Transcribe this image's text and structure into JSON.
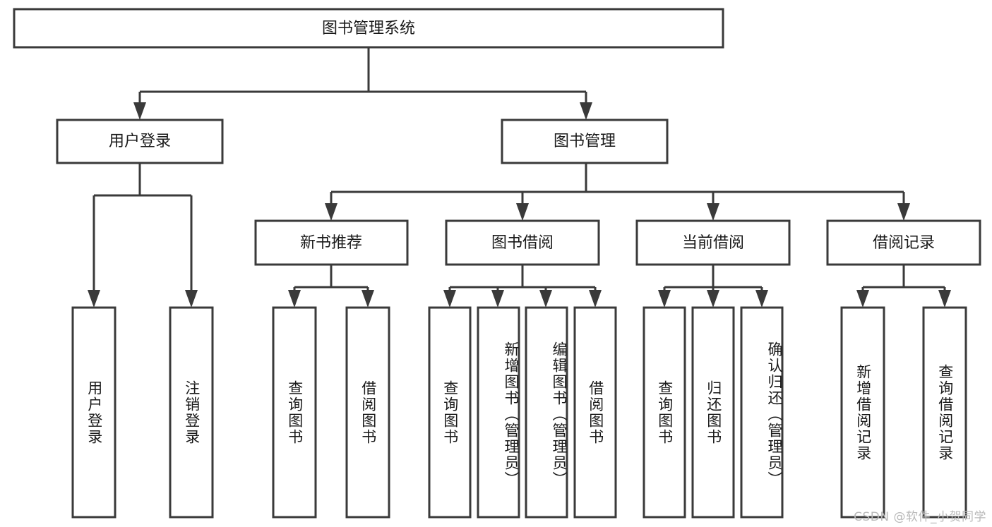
{
  "diagram": {
    "title": "图书管理系统",
    "type": "function-structure-tree",
    "orientation": "top-down",
    "root": {
      "id": "root",
      "label": "图书管理系统",
      "level": 0
    },
    "level1": [
      {
        "id": "user-login",
        "label": "用户登录"
      },
      {
        "id": "book-manage",
        "label": "图书管理"
      }
    ],
    "level2": [
      {
        "id": "new-book-recommend",
        "label": "新书推荐",
        "parent": "book-manage"
      },
      {
        "id": "book-borrow",
        "label": "图书借阅",
        "parent": "book-manage"
      },
      {
        "id": "current-borrow",
        "label": "当前借阅",
        "parent": "book-manage"
      },
      {
        "id": "borrow-record",
        "label": "借阅记录",
        "parent": "book-manage"
      }
    ],
    "leaves": [
      {
        "id": "leaf-user-login",
        "label": "用户登录",
        "parent": "user-login"
      },
      {
        "id": "leaf-logout",
        "label": "注销登录",
        "parent": "user-login"
      },
      {
        "id": "leaf-query-book-1",
        "label": "查询图书",
        "parent": "new-book-recommend"
      },
      {
        "id": "leaf-borrow-book-1",
        "label": "借阅图书",
        "parent": "new-book-recommend"
      },
      {
        "id": "leaf-query-book-2",
        "label": "查询图书",
        "parent": "book-borrow"
      },
      {
        "id": "leaf-add-book",
        "label": "新增图书（管理员）",
        "parent": "book-borrow"
      },
      {
        "id": "leaf-edit-book",
        "label": "编辑图书（管理员）",
        "parent": "book-borrow"
      },
      {
        "id": "leaf-borrow-book-2",
        "label": "借阅图书",
        "parent": "book-borrow"
      },
      {
        "id": "leaf-query-book-3",
        "label": "查询图书",
        "parent": "current-borrow"
      },
      {
        "id": "leaf-return-book",
        "label": "归还图书",
        "parent": "current-borrow"
      },
      {
        "id": "leaf-confirm-return",
        "label": "确认归还（管理员）",
        "parent": "current-borrow"
      },
      {
        "id": "leaf-add-record",
        "label": "新增借阅记录",
        "parent": "borrow-record"
      },
      {
        "id": "leaf-query-record",
        "label": "查询借阅记录",
        "parent": "borrow-record"
      }
    ],
    "colors": {
      "stroke": "#3a3a3a",
      "fill": "#ffffff",
      "text": "#1a1a1a",
      "watermark": "#b9b9b9"
    }
  },
  "watermark": {
    "text": "CSDN @软件_小贺同学"
  }
}
